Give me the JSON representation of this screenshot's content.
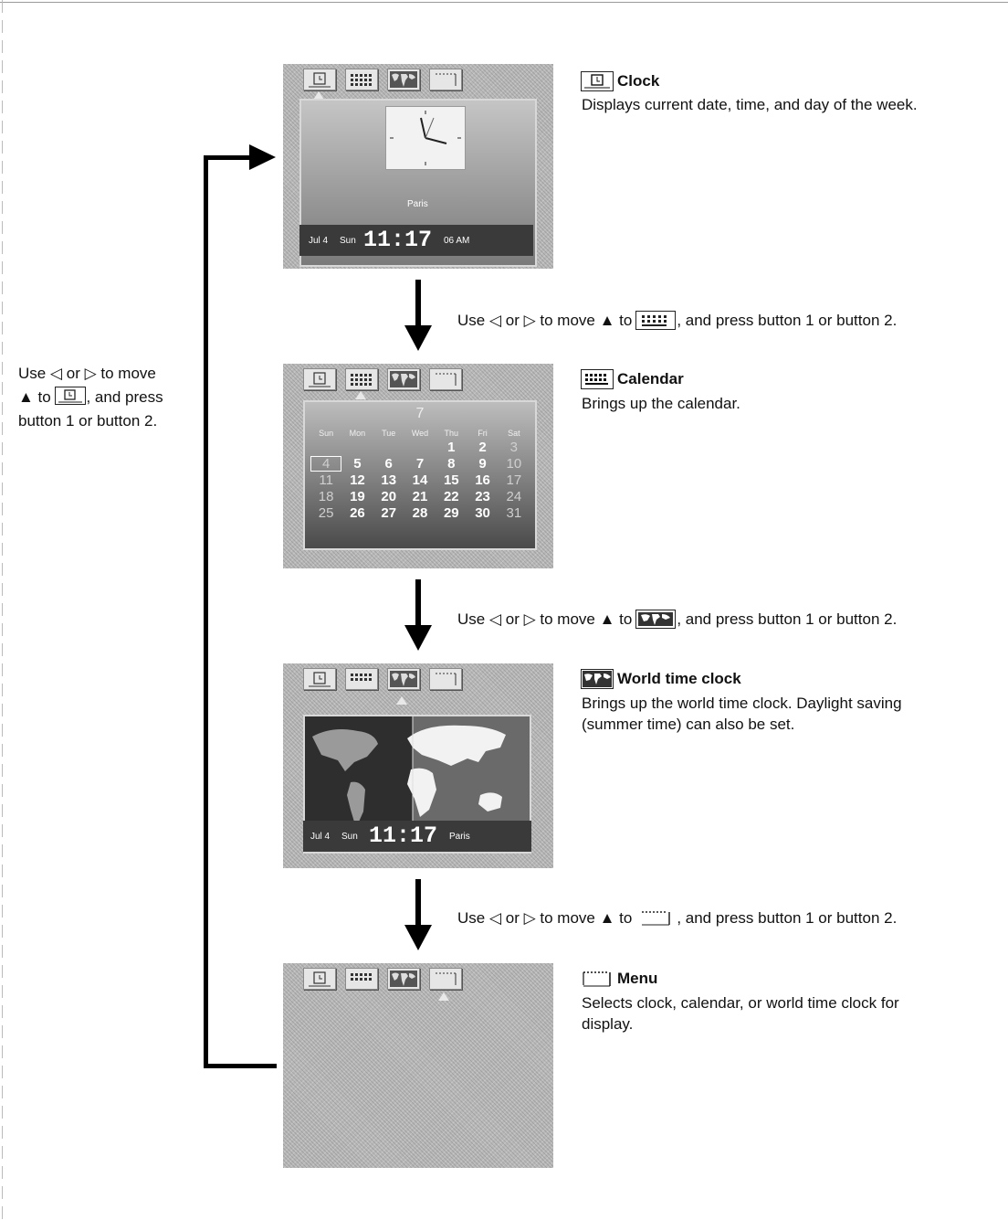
{
  "steps": [
    {
      "before": "Use ◁ or ▷ to move ▲ to",
      "after": ", and press button 1 or button 2.",
      "icon": "calendar-icon"
    },
    {
      "before": "Use ◁ or ▷ to move ▲ to",
      "after": ", and press button 1 or button 2.",
      "icon": "world-map-icon"
    },
    {
      "before": "Use ◁ or ▷ to move ▲ to",
      "after": ", and press button 1 or button 2.",
      "icon": "menu-icon"
    }
  ],
  "side_note": {
    "line1": "Use ◁ or ▷ to move",
    "line2_before": "▲ to",
    "line2_after": ", and press",
    "line3": "button 1 or button 2.",
    "icon": "clock-icon"
  },
  "items": [
    {
      "title": "Clock",
      "icon": "clock-icon",
      "description": [
        "Displays current date, time, and day of the week."
      ]
    },
    {
      "title": "Calendar",
      "icon": "calendar-icon",
      "description": [
        "Brings up the calendar."
      ]
    },
    {
      "title": "World time clock",
      "icon": "world-map-icon",
      "description": [
        "Brings up the world time clock.  Daylight saving",
        "(summer time) can also be set."
      ]
    },
    {
      "title": "Menu",
      "icon": "menu-icon",
      "description": [
        "Selects clock, calendar, or world time clock for",
        "display."
      ]
    }
  ],
  "screens": {
    "clock": {
      "city": "Paris",
      "date": "Jul 4",
      "weekday": "Sun",
      "time": "11:17",
      "seconds_ampm": "06 AM"
    },
    "calendar": {
      "month": "7",
      "weekdays": [
        "Sun",
        "Mon",
        "Tue",
        "Wed",
        "Thu",
        "Fri",
        "Sat"
      ],
      "rows": [
        [
          "",
          "",
          "",
          "",
          "1",
          "2",
          "3"
        ],
        [
          "4",
          "5",
          "6",
          "7",
          "8",
          "9",
          "10"
        ],
        [
          "11",
          "12",
          "13",
          "14",
          "15",
          "16",
          "17"
        ],
        [
          "18",
          "19",
          "20",
          "21",
          "22",
          "23",
          "24"
        ],
        [
          "25",
          "26",
          "27",
          "28",
          "29",
          "30",
          "31"
        ]
      ],
      "selected_day": "4"
    },
    "world": {
      "date": "Jul 4",
      "weekday": "Sun",
      "time": "11:17",
      "city": "Paris"
    }
  }
}
